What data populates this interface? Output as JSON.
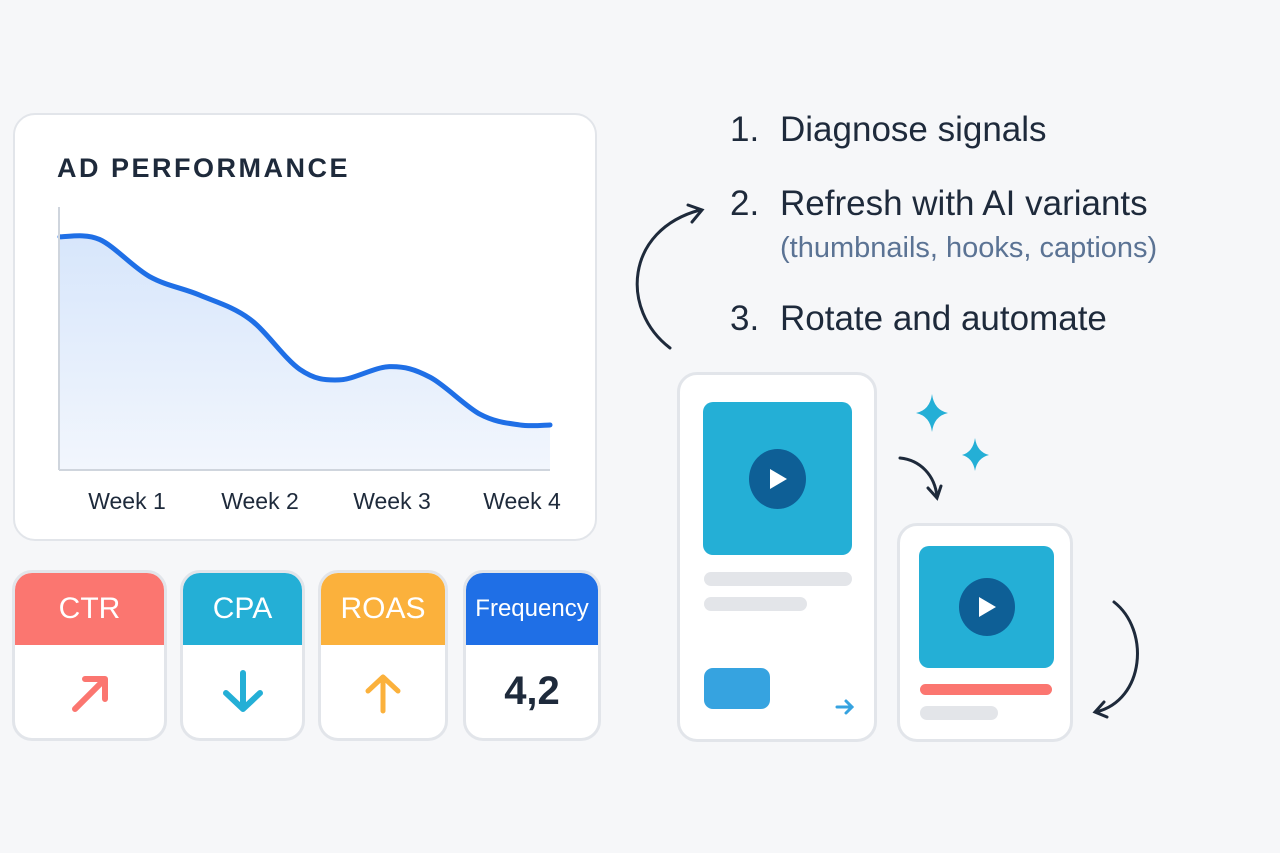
{
  "panel": {
    "title": "AD PERFORMANCE"
  },
  "chart_data": {
    "type": "area",
    "title": "AD PERFORMANCE",
    "categories": [
      "Week 1",
      "Week 2",
      "Week 3",
      "Week 4"
    ],
    "x": [
      0.49,
      0.79,
      1.17,
      1.55,
      1.93,
      2.31,
      2.61,
      2.99,
      3.3,
      3.68,
      3.98,
      4.21
    ],
    "values": [
      88,
      87,
      73,
      66,
      57,
      38,
      34,
      39,
      35,
      21,
      17,
      17
    ],
    "xlim": [
      0.49,
      4.21
    ],
    "ylim": [
      0,
      100
    ],
    "xlabel": "",
    "ylabel": "",
    "grid": false,
    "line_color": "#1f6fe6"
  },
  "metrics": [
    {
      "label": "CTR",
      "color": "#fb7670",
      "icon": "arrow-up-right"
    },
    {
      "label": "CPA",
      "color": "#24afd6",
      "icon": "arrow-down"
    },
    {
      "label": "ROAS",
      "color": "#fbb13c",
      "icon": "arrow-up"
    },
    {
      "label": "Frequency",
      "color": "#1f6fe6",
      "value": "4,2"
    }
  ],
  "steps": [
    {
      "num": "1.",
      "text": "Diagnose signals"
    },
    {
      "num": "2.",
      "text": "Refresh with AI variants",
      "sub": "(thumbnails, hooks, captions)"
    },
    {
      "num": "3.",
      "text": "Rotate and automate"
    }
  ]
}
